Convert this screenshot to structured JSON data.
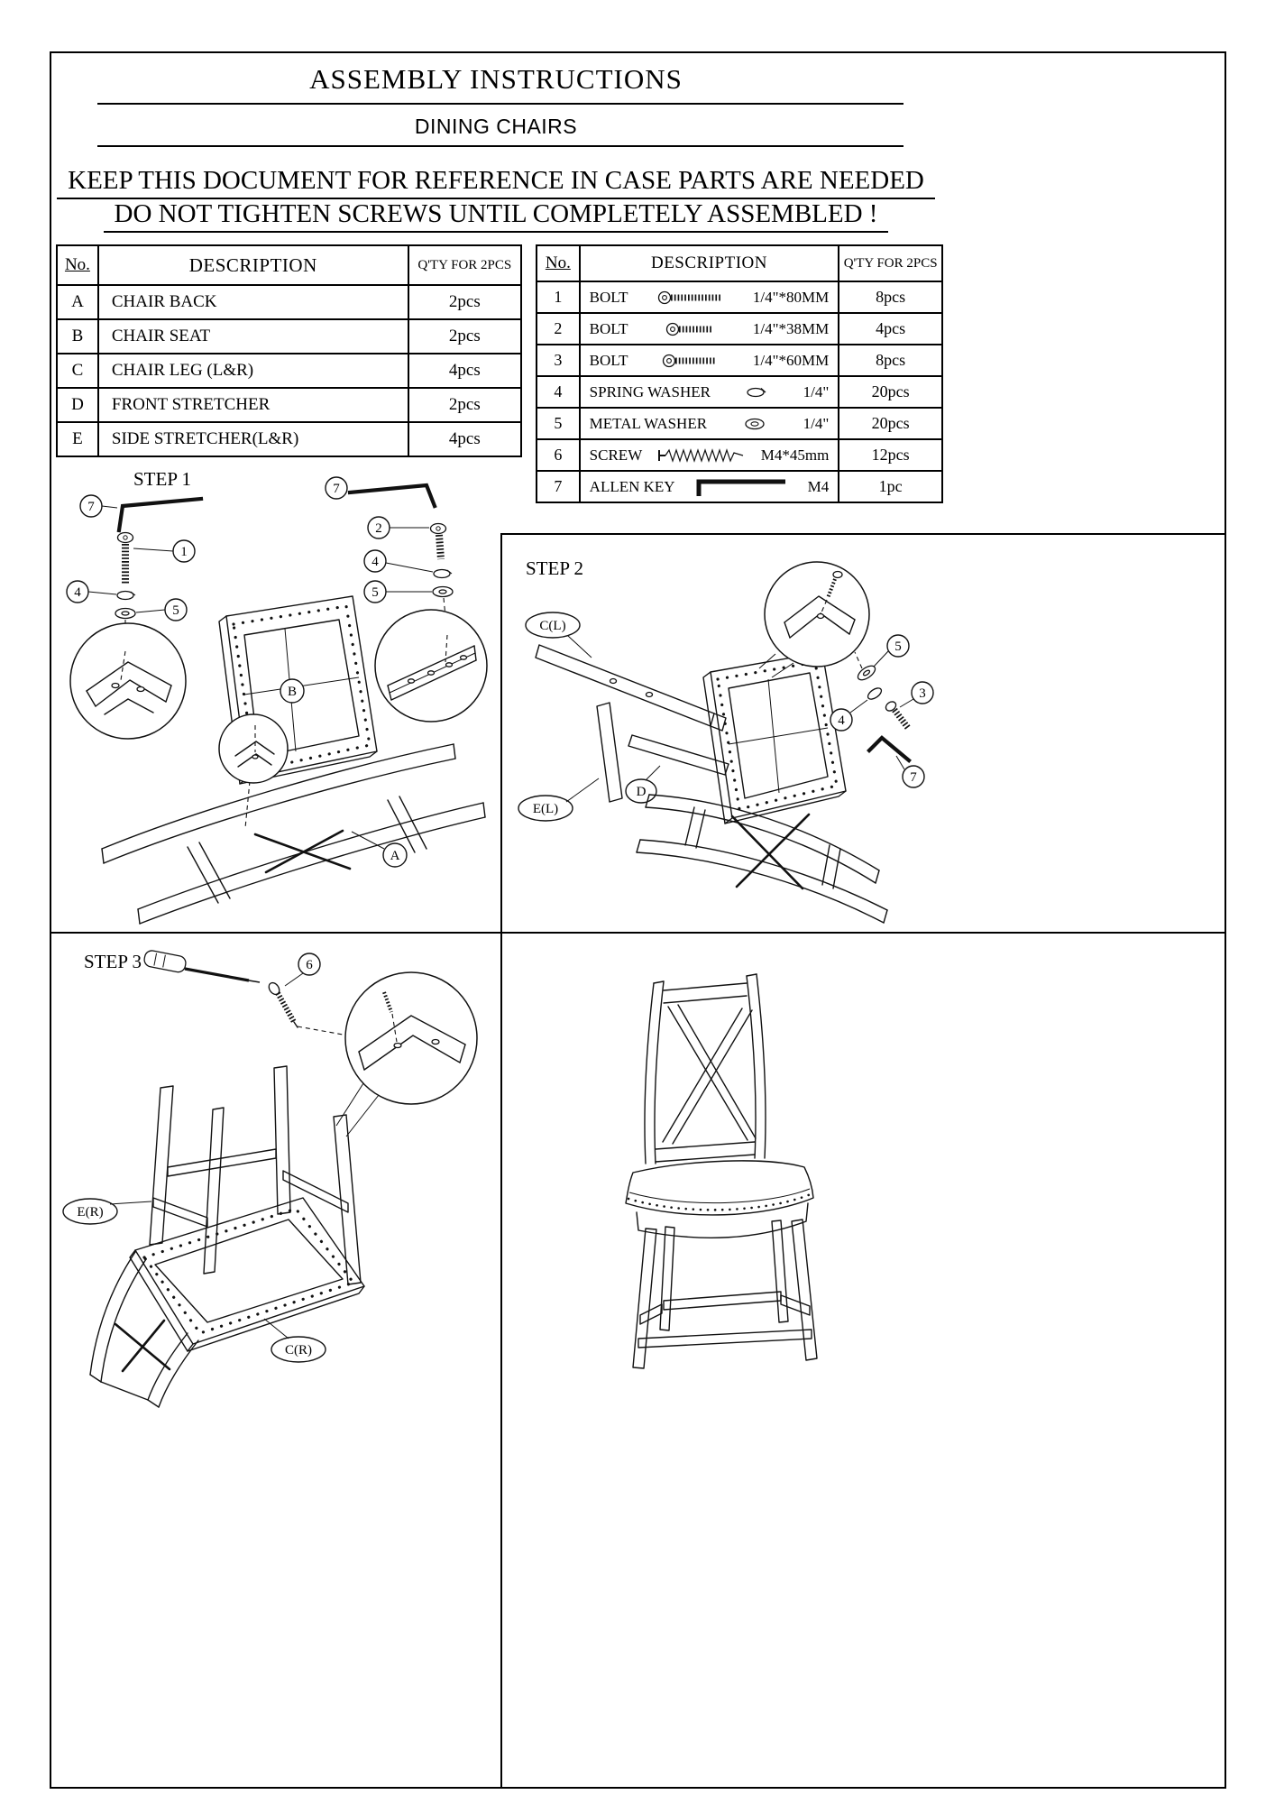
{
  "doc": {
    "title": "ASSEMBLY INSTRUCTIONS",
    "subtitle": "DINING CHAIRS",
    "warning1": "KEEP THIS DOCUMENT FOR REFERENCE IN CASE PARTS ARE NEEDED",
    "warning2": "DO NOT TIGHTEN SCREWS UNTIL COMPLETELY ASSEMBLED !"
  },
  "parts_table": {
    "headers": {
      "no": "No.",
      "description": "DESCRIPTION",
      "qty": "Q'TY FOR 2PCS"
    },
    "rows": [
      {
        "no": "A",
        "description": "CHAIR BACK",
        "qty": "2pcs"
      },
      {
        "no": "B",
        "description": "CHAIR SEAT",
        "qty": "2pcs"
      },
      {
        "no": "C",
        "description": "CHAIR LEG (L&R)",
        "qty": "4pcs"
      },
      {
        "no": "D",
        "description": "FRONT STRETCHER",
        "qty": "2pcs"
      },
      {
        "no": "E",
        "description": "SIDE STRETCHER(L&R)",
        "qty": "4pcs"
      }
    ]
  },
  "hardware_table": {
    "headers": {
      "no": "No.",
      "description": "DESCRIPTION",
      "qty": "Q'TY FOR 2PCS"
    },
    "rows": [
      {
        "no": "1",
        "name": "BOLT",
        "icon": "bolt-icon",
        "spec": "1/4\"*80MM",
        "qty": "8pcs"
      },
      {
        "no": "2",
        "name": "BOLT",
        "icon": "bolt-icon",
        "spec": "1/4\"*38MM",
        "qty": "4pcs"
      },
      {
        "no": "3",
        "name": "BOLT",
        "icon": "bolt-icon",
        "spec": "1/4\"*60MM",
        "qty": "8pcs"
      },
      {
        "no": "4",
        "name": "SPRING WASHER",
        "icon": "spring-washer-icon",
        "spec": "1/4\"",
        "qty": "20pcs"
      },
      {
        "no": "5",
        "name": "METAL WASHER",
        "icon": "metal-washer-icon",
        "spec": "1/4\"",
        "qty": "20pcs"
      },
      {
        "no": "6",
        "name": "SCREW",
        "icon": "screw-icon",
        "spec": "M4*45mm",
        "qty": "12pcs"
      },
      {
        "no": "7",
        "name": "ALLEN KEY",
        "icon": "allen-key-icon",
        "spec": "M4",
        "qty": "1pc"
      }
    ]
  },
  "steps": {
    "step1": {
      "label": "STEP 1",
      "callouts": {
        "allen_left": "7",
        "bolt_left": "1",
        "spring_left": "4",
        "washer_left": "5",
        "allen_right": "7",
        "bolt_right": "2",
        "spring_right": "4",
        "washer_right": "5",
        "seat": "B",
        "back": "A"
      }
    },
    "step2": {
      "label": "STEP 2",
      "callouts": {
        "leg": "C(L)",
        "washer": "5",
        "spring": "4",
        "bolt": "3",
        "allen": "7",
        "front_stretcher": "D",
        "side_stretcher": "E(L)"
      }
    },
    "step3": {
      "label": "STEP 3",
      "callouts": {
        "screw": "6",
        "side_stretcher": "E(R)",
        "leg": "C(R)"
      }
    }
  }
}
